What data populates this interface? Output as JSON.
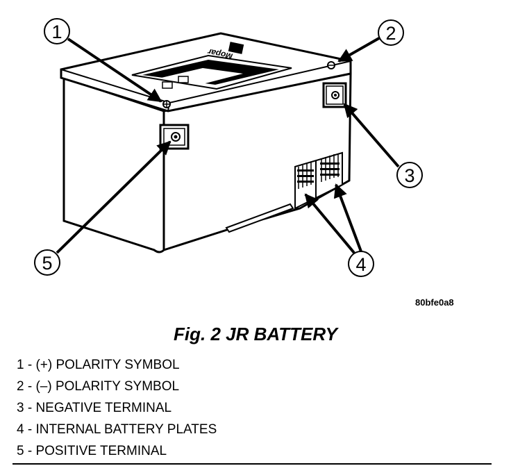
{
  "figure": {
    "code": "80bfe0a8",
    "caption": "Fig. 2 JR BATTERY",
    "callouts": [
      "1",
      "2",
      "3",
      "4",
      "5"
    ],
    "logo_text": "Mopar"
  },
  "legend": [
    "1 - (+) POLARITY SYMBOL",
    "2 - (–) POLARITY SYMBOL",
    "3 - NEGATIVE TERMINAL",
    "4 - INTERNAL BATTERY PLATES",
    "5 - POSITIVE TERMINAL"
  ]
}
